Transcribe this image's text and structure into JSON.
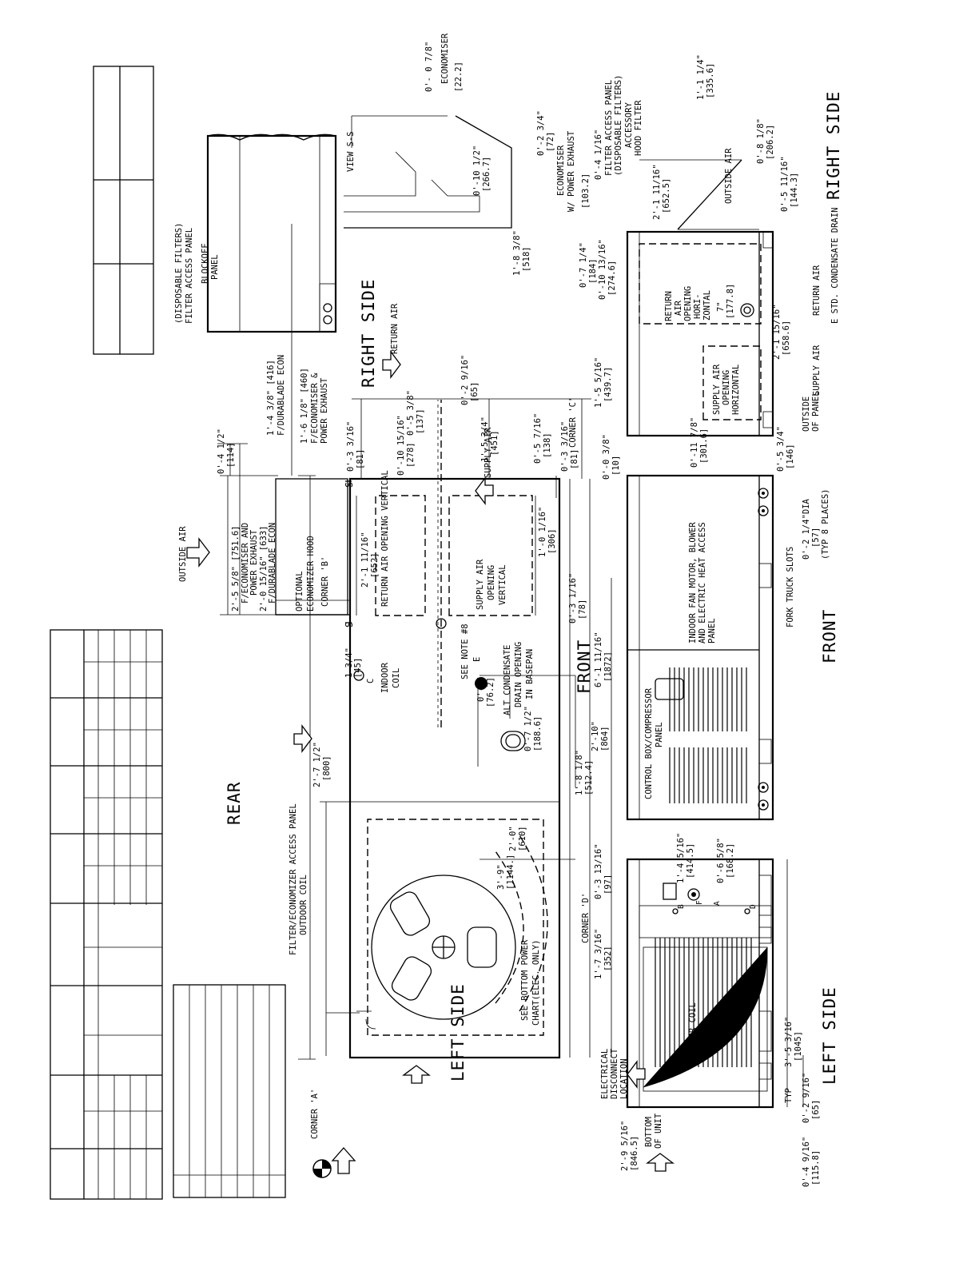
{
  "views": {
    "left_side": "LEFT SIDE",
    "rear": "REAR",
    "front": "FRONT",
    "right_side": "RIGHT SIDE",
    "front_bottom": "FRONT",
    "right_side_bottom": "RIGHT SIDE",
    "left_side_bottom": "LEFT SIDE",
    "view_ss": "VIEW S-S"
  },
  "plan": {
    "outside_air": "OUTSIDE AIR",
    "return_air": "RETURN AIR",
    "supply_air": "SUPPLY AIR",
    "econ_hood": "OPTIONAL ECONOMIZER HOOD",
    "corner_a": "CORNER 'A'",
    "corner_b": "CORNER 'B'",
    "corner_c": "CORNER 'C'",
    "corner_d": "CORNER 'D'",
    "return_opening": "RETURN AIR OPENING VERTICAL",
    "supply_opening": "SUPPLY AIR OPENING VERTICAL",
    "alt_condensate": "ALT CONDENSATE DRAIN OPENING IN BASEPAN",
    "see_note": "SEE NOTE #8",
    "indoor_coil": "INDOOR COIL",
    "filter_access": "FILTER/ECONOMIZER ACCESS PANEL",
    "outdoor_coil": "OUTDOOR COIL",
    "bottom_power": "SEE BOTTOM POWER CHART(ELEC. ONLY)",
    "label_e": "E",
    "label_c": "C",
    "label_s": "S",
    "dims": {
      "d1": "2'-5 5/8\" [751.6]",
      "d1a": "F/ECONOMISER AND",
      "d1b": "POWER EXHAUST",
      "d2": "2'-0 15/16\" [633]",
      "d2a": "F/DURABLADE ECON",
      "d3": "0'-4 1/2\"",
      "d3b": "[114]",
      "d4": "1'-4 3/8\" [416]",
      "d4a": "F/DURABLADE ECON",
      "d5": "1'-6 1/8\" [460]",
      "d5a": "F/ECONOMISER &",
      "d5b": "POWER EXHAUST",
      "d6": "0'-3 3/16\"",
      "d6b": "[81]",
      "d7": "0'-10 15/16\"",
      "d7b": "[278]",
      "d8": "0'-5 3/8\"",
      "d8b": "[137]",
      "d9": "0'-2 9/16\"",
      "d9b": "[65]",
      "d10": "1'-5 3/4\"",
      "d10b": "[451]",
      "d11": "0'-5 7/16\"",
      "d11b": "[138]",
      "d12": "0'-3 3/16\"",
      "d12b": "[81]",
      "d13": "0'-0 3/8\"",
      "d13b": "[10]",
      "d14": "2'-1 11/16\"",
      "d14b": "[652]",
      "d15": "1'-0 1/16\"",
      "d15b": "[306]",
      "d16": "0'-3 1/16\"",
      "d16b": "[78]",
      "d17": "6'-1 11/16\"",
      "d17b": "[1872]",
      "d18": "1 3/4\"",
      "d18b": "[45]",
      "d19": "2'-7 1/2\"",
      "d19b": "[800]",
      "d20": "0'-3\"",
      "d20b": "[76.2]",
      "d21": "0'-7 1/2\"",
      "d21b": "[188.6]",
      "d22": "2'-10\"",
      "d22b": "[864]",
      "d23": "1'-8 1/8\"",
      "d23b": "[512.4]",
      "d24": "2'-0\"",
      "d24b": "[610]",
      "d25": "3'-9\"",
      "d25b": "[1144.]"
    }
  },
  "section": {
    "economiser1": "ECONOMISER",
    "economiser2": "ECONOMISER",
    "power_exhaust": "W/ POWER EXHAUST",
    "d1": "0'- 0 7/8\"",
    "d1b": "[22.2]",
    "d2": "0'-10 1/2\"",
    "d2b": "[266.7]",
    "d3": "0'-2 3/4\"",
    "d3b": "[72]",
    "d4": "1'-8 3/8\"",
    "d4b": "[518]",
    "filter_panel": "FILTER ACCESS PANEL",
    "filter_panel2": "(DISPOSABLE FILTERS)",
    "blockoff": "BLOCKOFF",
    "blockoff2": "PANEL"
  },
  "left_view": {
    "electrical": "ELECTRICAL",
    "disconnect": "DISCONNECT",
    "location": "LOCATION",
    "outdoor_coil": "OUTDOOR COIL",
    "bottom": "BOTTOM",
    "of_unit": "OF UNIT",
    "label_b": "B",
    "label_f": "F",
    "label_a": "A",
    "label_d": "D",
    "d1": "2'-9 5/16\"",
    "d1b": "[846.5]",
    "d2": "1'-7 3/16\"",
    "d2b": "[352]",
    "d3": "0'-3 13/16\"",
    "d3b": "[97]",
    "d4": "1'-4 5/16\"",
    "d4b": "[414.5]",
    "d5": "0'-6 5/8\"",
    "d5b": "[168.2]",
    "d6": "3'-5 3/16\"",
    "d6b": "[1045]",
    "d6c": "TYP",
    "d7": "0'-2 9/16\"",
    "d7b": "[65]",
    "d8": "0'-4 9/16\"",
    "d8b": "[115.8]"
  },
  "front_view": {
    "control_box": "CONTROL BOX/COMPRESSOR",
    "control_box2": "PANEL",
    "indoor_fan": "INDOOR FAN MOTOR, BLOWER",
    "indoor_fan2": "AND ELECTRIC HEAT ACCESS",
    "indoor_fan3": "PANEL",
    "fork_truck": "FORK TRUCK SLOTS",
    "dia": "0'-2 1/4\"DIA",
    "dia2": "[57]",
    "dia3": "(TYP 8 PLACES)",
    "d1": "0'-5 3/4\"",
    "d1b": "[146]"
  },
  "right_view": {
    "filter_access": "FILTER ACCESS PANEL",
    "filter_access2": "(DISPOSABLE FILTERS)",
    "accessory": "ACCESSORY",
    "accessory2": "HOOD FILTER",
    "outside_air": "OUTSIDE AIR",
    "return_opening": "RETURN",
    "return_opening2": "AIR",
    "return_opening3": "OPENING",
    "return_opening4": "HORI-",
    "return_opening5": "ZONTAL",
    "return_7": "7\"",
    "return_7b": "[177.8]",
    "supply_opening": "SUPPLY AIR",
    "supply_opening2": "OPENING",
    "supply_opening3": "HORIZONTAL",
    "supply_air": "SUPPLY AIR",
    "return_air": "RETURN AIR",
    "std_drain": "E STD. CONDENSATE DRAIN",
    "outside_panel": "OUTSIDE",
    "outside_panel2": "OF PANEL",
    "d1": "0'-4 1/16\"",
    "d1b": "[103.2]",
    "d2": "2'-1 11/16\"",
    "d2b": "[652.5]",
    "d3": "1'-1 1/4\"",
    "d3b": "[335.6]",
    "d4": "0'-8 1/8\"",
    "d4b": "[206.2]",
    "d5": "0'-7 1/4\"",
    "d5b": "[184]",
    "d6": "0'-10 13/16\"",
    "d6b": "[274.6]",
    "d7": "1'-5 5/16\"",
    "d7b": "[439.7]",
    "d8": "2'-1 15/16\"",
    "d8b": "[658.6]",
    "d9": "0'-11 7/8\"",
    "d9b": "[301.6]",
    "d10": "0'-5 11/16\"",
    "d10b": "[144.3]"
  }
}
